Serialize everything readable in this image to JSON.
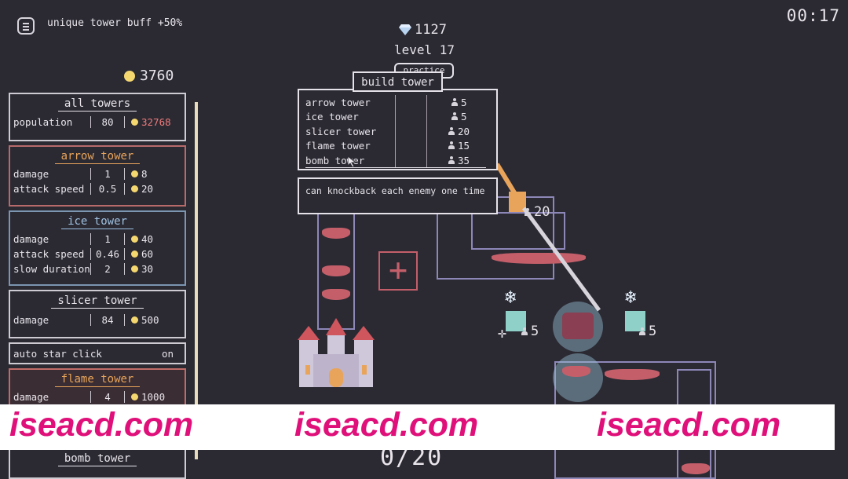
{
  "hud": {
    "buff_text": "unique tower buff +50%",
    "timer": "00:17",
    "gems": "1127",
    "level": "level 17",
    "coins": "3760",
    "wave": "0/20"
  },
  "panels": {
    "all_towers": {
      "title": "all towers",
      "row_label": "population",
      "row_value": "80",
      "row_cost": "32768"
    },
    "arrow": {
      "title": "arrow tower",
      "rows": [
        {
          "label": "damage",
          "value": "1",
          "cost": "8"
        },
        {
          "label": "attack speed",
          "value": "0.5",
          "cost": "20"
        }
      ]
    },
    "ice": {
      "title": "ice tower",
      "rows": [
        {
          "label": "damage",
          "value": "1",
          "cost": "40"
        },
        {
          "label": "attack speed",
          "value": "0.46",
          "cost": "60"
        },
        {
          "label": "slow duration",
          "value": "2",
          "cost": "30"
        }
      ]
    },
    "slicer": {
      "title": "slicer tower",
      "rows": [
        {
          "label": "damage",
          "value": "84",
          "cost": "500"
        }
      ]
    },
    "auto_star": {
      "label": "auto star click",
      "value": "on"
    },
    "flame": {
      "title": "flame tower",
      "rows": [
        {
          "label": "damage",
          "value": "4",
          "cost": "1000"
        }
      ]
    },
    "bomb": {
      "title": "bomb tower"
    }
  },
  "build_popup": {
    "tab": "build tower",
    "behind_label": "practice",
    "towers": [
      {
        "name": "arrow tower",
        "cost": "5"
      },
      {
        "name": "ice tower",
        "cost": "5"
      },
      {
        "name": "slicer tower",
        "cost": "20"
      },
      {
        "name": "flame tower",
        "cost": "15"
      },
      {
        "name": "bomb tower",
        "cost": "35"
      }
    ],
    "description": "can knockback each enemy one time"
  },
  "map": {
    "slicer_cost": "20",
    "ice_left_cost": "5",
    "ice_right_cost": "5"
  },
  "watermark": [
    "iseacd.com",
    "iseacd.com",
    "iseacd.com"
  ],
  "colors": {
    "background": "#2b2a33",
    "coin": "#f5d770",
    "enemy": "#c45f6a",
    "path": "#8d87b8",
    "watermark": "#e0107a"
  }
}
